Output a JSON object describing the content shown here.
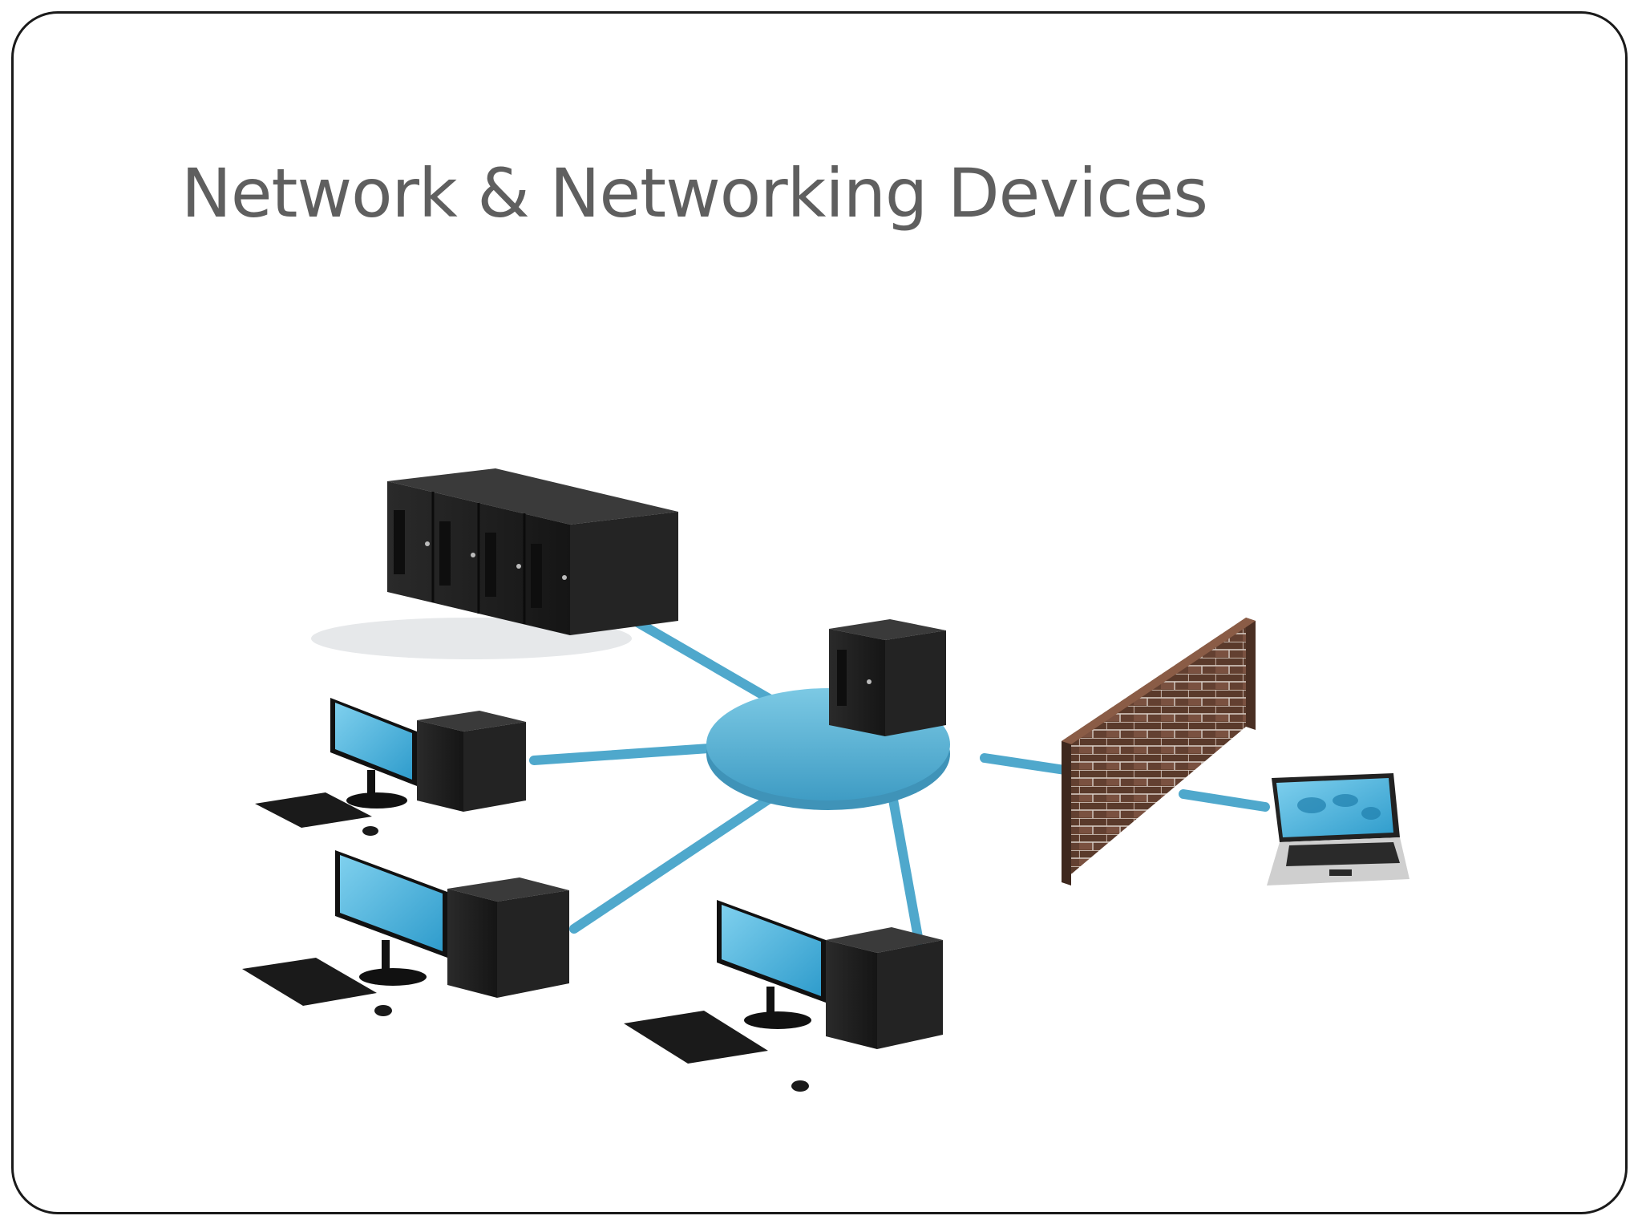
{
  "slide": {
    "title": "Network & Networking Devices"
  },
  "illustration": {
    "nodes": [
      {
        "id": "server-rack",
        "kind": "server rack"
      },
      {
        "id": "central-server",
        "kind": "server on hub"
      },
      {
        "id": "workstation-1",
        "kind": "desktop computer"
      },
      {
        "id": "workstation-2",
        "kind": "desktop computer"
      },
      {
        "id": "workstation-3",
        "kind": "desktop computer"
      },
      {
        "id": "firewall",
        "kind": "brick wall"
      },
      {
        "id": "laptop",
        "kind": "laptop"
      }
    ],
    "colors": {
      "cable": "#4fa8cc",
      "hub": "#5bbad8",
      "case": "#1c1c1c",
      "screen": "#3fb0de",
      "brick": "#6b4634",
      "laptop_body": "#c9c9c9"
    }
  }
}
